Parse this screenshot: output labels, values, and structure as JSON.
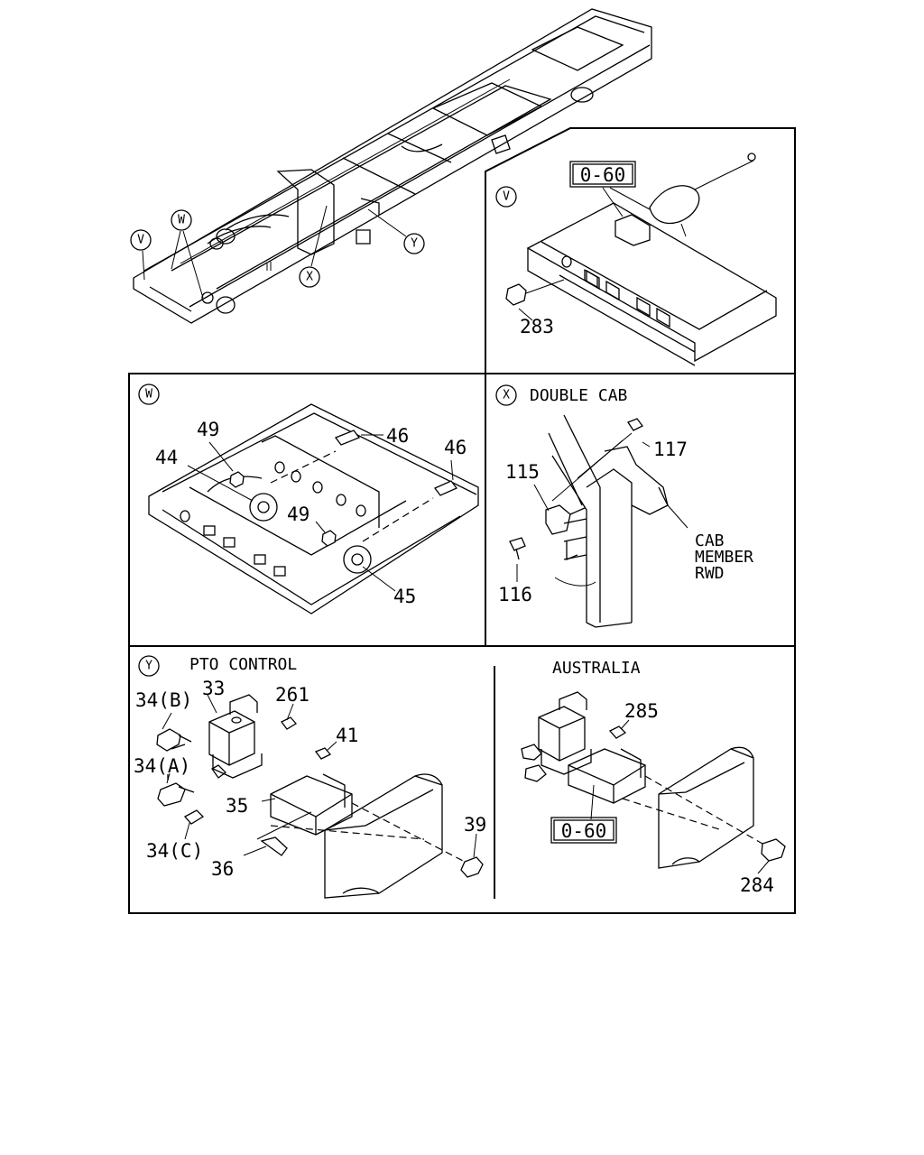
{
  "letters": {
    "v": "V",
    "w": "W",
    "x": "X",
    "y": "Y"
  },
  "panels": {
    "v": {
      "ref_box": "0-60",
      "part_283": "283"
    },
    "w": {
      "p49a": "49",
      "p44": "44",
      "p46a": "46",
      "p46b": "46",
      "p49b": "49",
      "p45": "45"
    },
    "x": {
      "title": "DOUBLE CAB",
      "p117": "117",
      "p115": "115",
      "p116": "116",
      "note_line1": "CAB",
      "note_line2": "MEMBER",
      "note_line3": "RWD"
    },
    "y": {
      "title": "PTO CONTROL",
      "p33": "33",
      "p34b": "34(B)",
      "p261": "261",
      "p41": "41",
      "p34a": "34(A)",
      "p35": "35",
      "p34c": "34(C)",
      "p39": "39",
      "p36": "36"
    },
    "australia": {
      "title": "AUSTRALIA",
      "p285": "285",
      "ref_box": "0-60",
      "p284": "284"
    }
  }
}
